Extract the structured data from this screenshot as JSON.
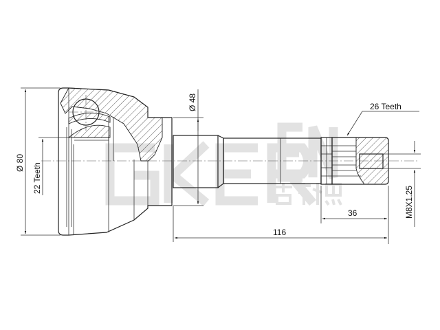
{
  "drawing": {
    "dimensions": {
      "outer_diameter": "Ø 80",
      "inner_teeth": "22 Teeth",
      "collar_diameter": "Ø 48",
      "outer_teeth": "26 Teeth",
      "spline_length": "36",
      "overall_length": "116",
      "thread": "M8X1.25"
    },
    "watermark": {
      "text": "GKER EN",
      "subtext": "吉科恩"
    },
    "colors": {
      "line": "#222222",
      "background": "#ffffff",
      "watermark": "#e4e4e4"
    }
  }
}
